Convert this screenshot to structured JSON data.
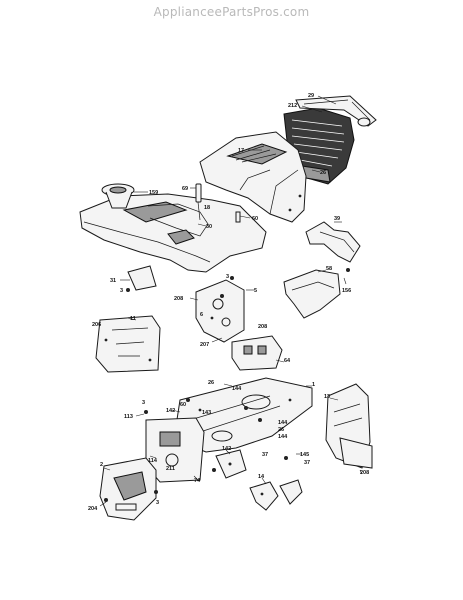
{
  "watermark": "ApplianceePartsPros.com",
  "callouts": [
    {
      "id": "c29",
      "label": "29"
    },
    {
      "id": "c212",
      "label": "212"
    },
    {
      "id": "c17",
      "label": "17"
    },
    {
      "id": "c26",
      "label": "26"
    },
    {
      "id": "c159",
      "label": "159"
    },
    {
      "id": "c69",
      "label": "69"
    },
    {
      "id": "c18",
      "label": "18"
    },
    {
      "id": "c60",
      "label": "60"
    },
    {
      "id": "c30",
      "label": "30"
    },
    {
      "id": "c39",
      "label": "39"
    },
    {
      "id": "c31",
      "label": "31"
    },
    {
      "id": "c3a",
      "label": "3"
    },
    {
      "id": "c3b",
      "label": "3"
    },
    {
      "id": "c5",
      "label": "5"
    },
    {
      "id": "c58",
      "label": "58"
    },
    {
      "id": "c156",
      "label": "156"
    },
    {
      "id": "c208a",
      "label": "208"
    },
    {
      "id": "c6",
      "label": "6"
    },
    {
      "id": "c11",
      "label": "11"
    },
    {
      "id": "c206",
      "label": "206"
    },
    {
      "id": "c207",
      "label": "207"
    },
    {
      "id": "c64",
      "label": "64"
    },
    {
      "id": "c208b",
      "label": "208"
    },
    {
      "id": "c144a",
      "label": "144"
    },
    {
      "id": "c26b",
      "label": "26"
    },
    {
      "id": "c1",
      "label": "1"
    },
    {
      "id": "c13",
      "label": "13"
    },
    {
      "id": "c113",
      "label": "113"
    },
    {
      "id": "c3c",
      "label": "3"
    },
    {
      "id": "c142a",
      "label": "142"
    },
    {
      "id": "c60b",
      "label": "60"
    },
    {
      "id": "c143",
      "label": "143"
    },
    {
      "id": "c144b",
      "label": "144"
    },
    {
      "id": "c26c",
      "label": "26"
    },
    {
      "id": "c144c",
      "label": "144"
    },
    {
      "id": "c142b",
      "label": "142"
    },
    {
      "id": "c114",
      "label": "114"
    },
    {
      "id": "c211",
      "label": "211"
    },
    {
      "id": "c74",
      "label": "74"
    },
    {
      "id": "c145",
      "label": "145"
    },
    {
      "id": "c37a",
      "label": "37"
    },
    {
      "id": "c37b",
      "label": "37"
    },
    {
      "id": "c208c",
      "label": "208"
    },
    {
      "id": "c2",
      "label": "2"
    },
    {
      "id": "c3d",
      "label": "3"
    },
    {
      "id": "c14",
      "label": "14"
    },
    {
      "id": "c204",
      "label": "204"
    }
  ]
}
